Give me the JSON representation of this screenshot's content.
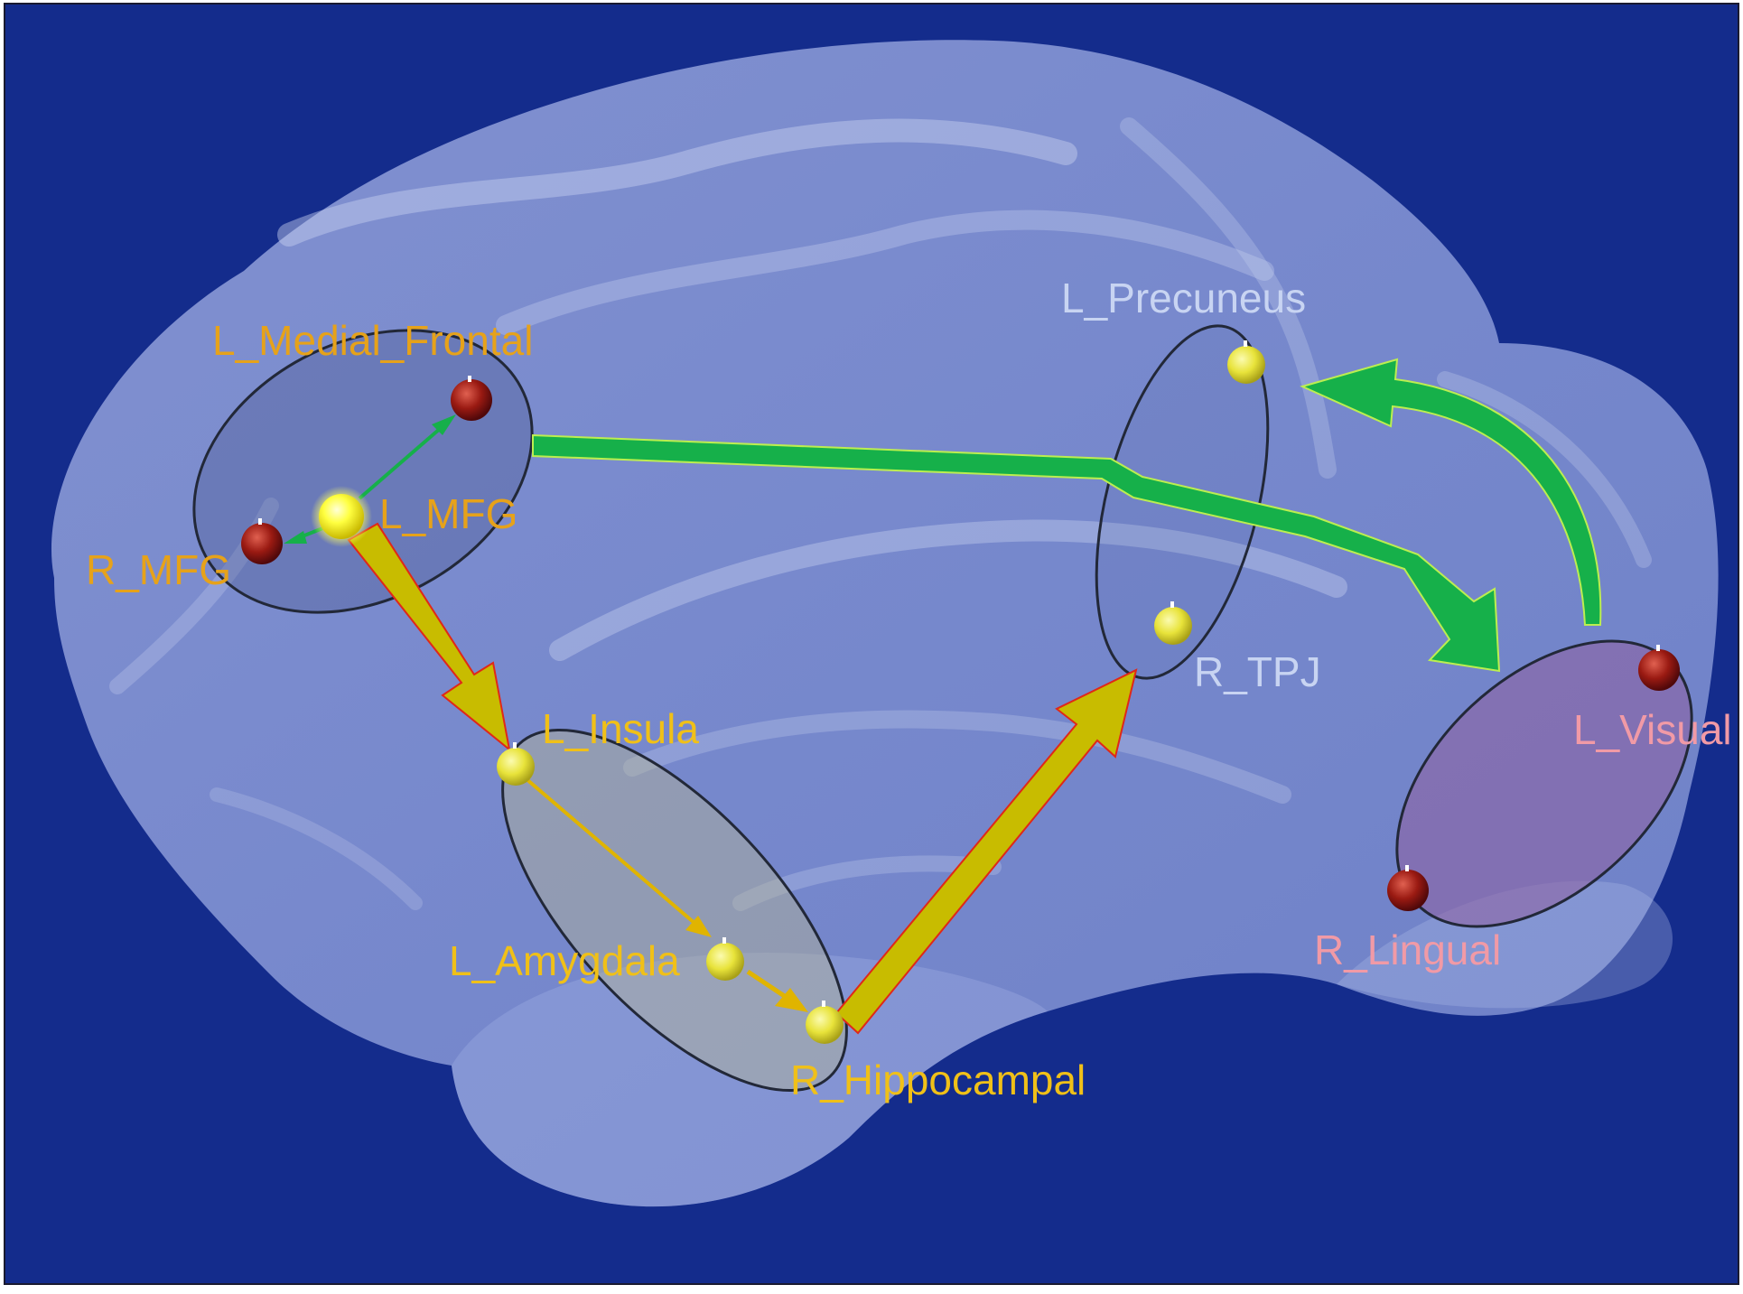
{
  "colors": {
    "background": "#142c8c",
    "brain": "#8f9fd8",
    "frontal_label": "#e6a21a",
    "limbic_label": "#f0c018",
    "parietal_label": "#c8d4f2",
    "visual_label": "#f19aa6",
    "green_arrow": "#16b04a",
    "yellow_arrow": "#c8bc00",
    "red_node": "#8e1410",
    "yellow_node": "#f0ea40"
  },
  "regions": {
    "l_medial_frontal": {
      "label": "L_Medial_Frontal",
      "node_color": "red"
    },
    "l_mfg": {
      "label": "L_MFG",
      "node_color": "yellow"
    },
    "r_mfg": {
      "label": "R_MFG",
      "node_color": "red"
    },
    "l_precuneus": {
      "label": "L_Precuneus",
      "node_color": "yellow"
    },
    "r_tpj": {
      "label": "R_TPJ",
      "node_color": "yellow"
    },
    "l_insula": {
      "label": "L_Insula",
      "node_color": "yellow"
    },
    "l_amygdala": {
      "label": "L_Amygdala",
      "node_color": "yellow"
    },
    "r_hippocampal": {
      "label": "R_Hippocampal",
      "node_color": "yellow"
    },
    "l_visual": {
      "label": "L_Visual",
      "node_color": "red"
    },
    "r_lingual": {
      "label": "R_Lingual",
      "node_color": "red"
    }
  },
  "connections": [
    {
      "from": "L_MFG",
      "to": "L_Medial_Frontal",
      "color": "green",
      "strength": "thin"
    },
    {
      "from": "L_MFG",
      "to": "R_MFG",
      "color": "green",
      "strength": "thin"
    },
    {
      "from": "L_MFG",
      "to": "L_Visual",
      "color": "green",
      "strength": "thick"
    },
    {
      "from": "L_Visual",
      "to": "L_Precuneus",
      "color": "green",
      "strength": "thick"
    },
    {
      "from": "L_MFG",
      "to": "L_Insula",
      "color": "yellow",
      "strength": "thick"
    },
    {
      "from": "L_Insula",
      "to": "L_Amygdala",
      "color": "yellow",
      "strength": "thin"
    },
    {
      "from": "L_Amygdala",
      "to": "R_Hippocampal",
      "color": "yellow",
      "strength": "thin"
    },
    {
      "from": "R_Hippocampal",
      "to": "R_TPJ",
      "color": "yellow",
      "strength": "thick"
    }
  ]
}
